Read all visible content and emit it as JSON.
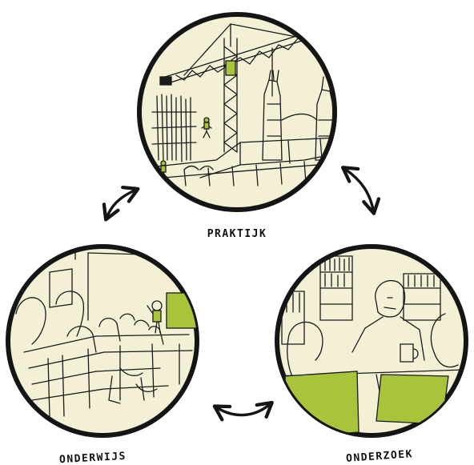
{
  "colors": {
    "background": "#ffffff",
    "circle_fill": "#f3f0d6",
    "ink": "#151515",
    "accent": "#a7c43a"
  },
  "labels": {
    "top": "PRAKTIJK",
    "left": "ONDERWIJS",
    "right": "ONDERZOEK"
  },
  "icons": {
    "arrow_top_left": "curved-double-arrow-icon",
    "arrow_top_right": "curved-double-arrow-icon",
    "arrow_bottom": "curved-double-arrow-icon"
  }
}
